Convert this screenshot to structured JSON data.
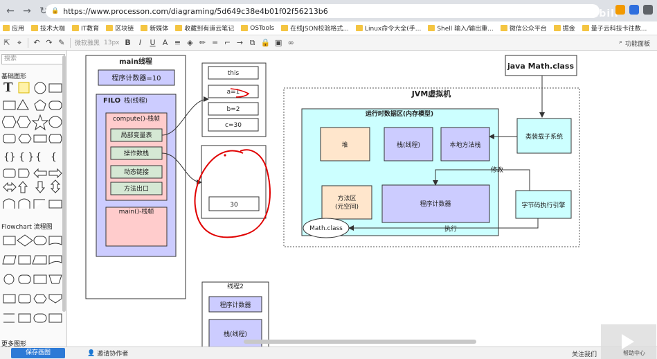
{
  "browser": {
    "url": "https://www.processon.com/diagraming/5d649c38e4b01f02f56213b6",
    "watermark": "程序员 bilibili"
  },
  "bookmarks": [
    "应用",
    "技术大咖",
    "IT教育",
    "区块链",
    "新媒体",
    "收藏到有道云笔记",
    "OSTools",
    "在线JSON校验格式...",
    "Linux命令大全(手...",
    "Shell 输入/输出重...",
    "微信公众平台",
    "掘金",
    "量子云科技卡往数..."
  ],
  "toolbar": {
    "font_name": "微软雅黑",
    "font_size": "13px",
    "fullscreen": "功能面板"
  },
  "left_panel": {
    "search_placeholder": "搜索",
    "basic_shapes": "基础图形",
    "flowchart": "Flowchart 流程图",
    "more": "更多图形"
  },
  "diagram": {
    "main_thread": {
      "title": "main线程",
      "pc": "程序计数器=10",
      "filo": "FILO",
      "stack": "栈(线程)",
      "compute_frame": "compute()-栈帧",
      "locals": "局部变量表",
      "opstack": "操作数栈",
      "dynlink": "动态链接",
      "ret": "方法出口",
      "main_frame": "main()-栈帧"
    },
    "locals_box": {
      "this": "this",
      "a": "a=1",
      "b": "b=2",
      "c": "c=30"
    },
    "opstack_box": {
      "value": "30"
    },
    "thread2": {
      "title": "线程2",
      "pc": "程序计数器",
      "stack": "栈(线程)"
    },
    "jvm": {
      "java_class": "java Math.class",
      "title": "JVM虚拟机",
      "rt_area": "运行时数据区(内存模型)",
      "heap": "堆",
      "stack": "栈(线程)",
      "native_stack": "本地方法栈",
      "method_area": "方法区",
      "metaspace": "(元空间)",
      "pc": "程序计数器",
      "classloader": "类装载子系统",
      "engine": "字节码执行引擎",
      "math_class": "Math.class",
      "modify": "修改",
      "execute": "执行"
    }
  },
  "bottom": {
    "save": "保存画图",
    "collab": "邀请协作者",
    "follow": "关注我们",
    "help": "帮助中心"
  },
  "colors": {
    "purple_box": "#ccccff",
    "peach_box": "#ffcccc",
    "green_box": "#d5e8d4",
    "cyan_box": "#ccffff",
    "orange_box": "#ffe6cc",
    "ink_red": "#e00000",
    "save_blue": "#2d7ad6"
  }
}
